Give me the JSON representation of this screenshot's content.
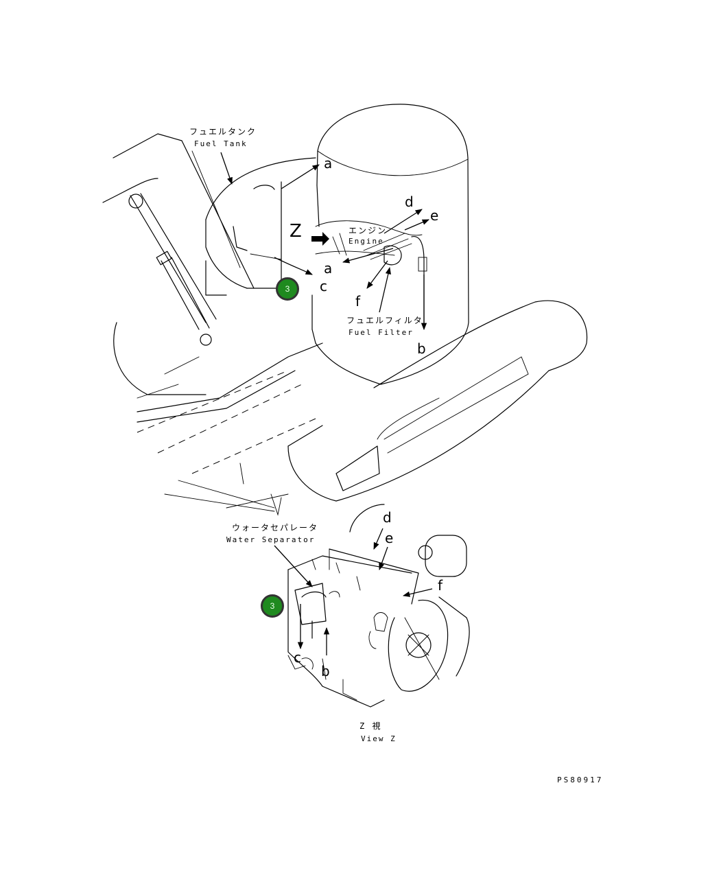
{
  "labels": {
    "fuel_tank_jp": "フュエルタンク",
    "fuel_tank_en": "Fuel Tank",
    "engine_jp": "エンジン",
    "engine_en": "Engine",
    "fuel_filter_jp": "フュエルフィルタ",
    "fuel_filter_en": "Fuel Filter",
    "water_separator_jp": "ウォータセパレータ",
    "water_separator_en": "Water Separator",
    "view_z_jp": "Z 視",
    "view_z_en": "View Z",
    "view_marker": "Z",
    "drawing_code": "PS80917"
  },
  "refs": {
    "a": "a",
    "b": "b",
    "c": "c",
    "d": "d",
    "e": "e",
    "f": "f"
  },
  "callouts": [
    {
      "number": "3",
      "color": "#1f8a1f"
    },
    {
      "number": "3",
      "color": "#1f8a1f"
    }
  ]
}
